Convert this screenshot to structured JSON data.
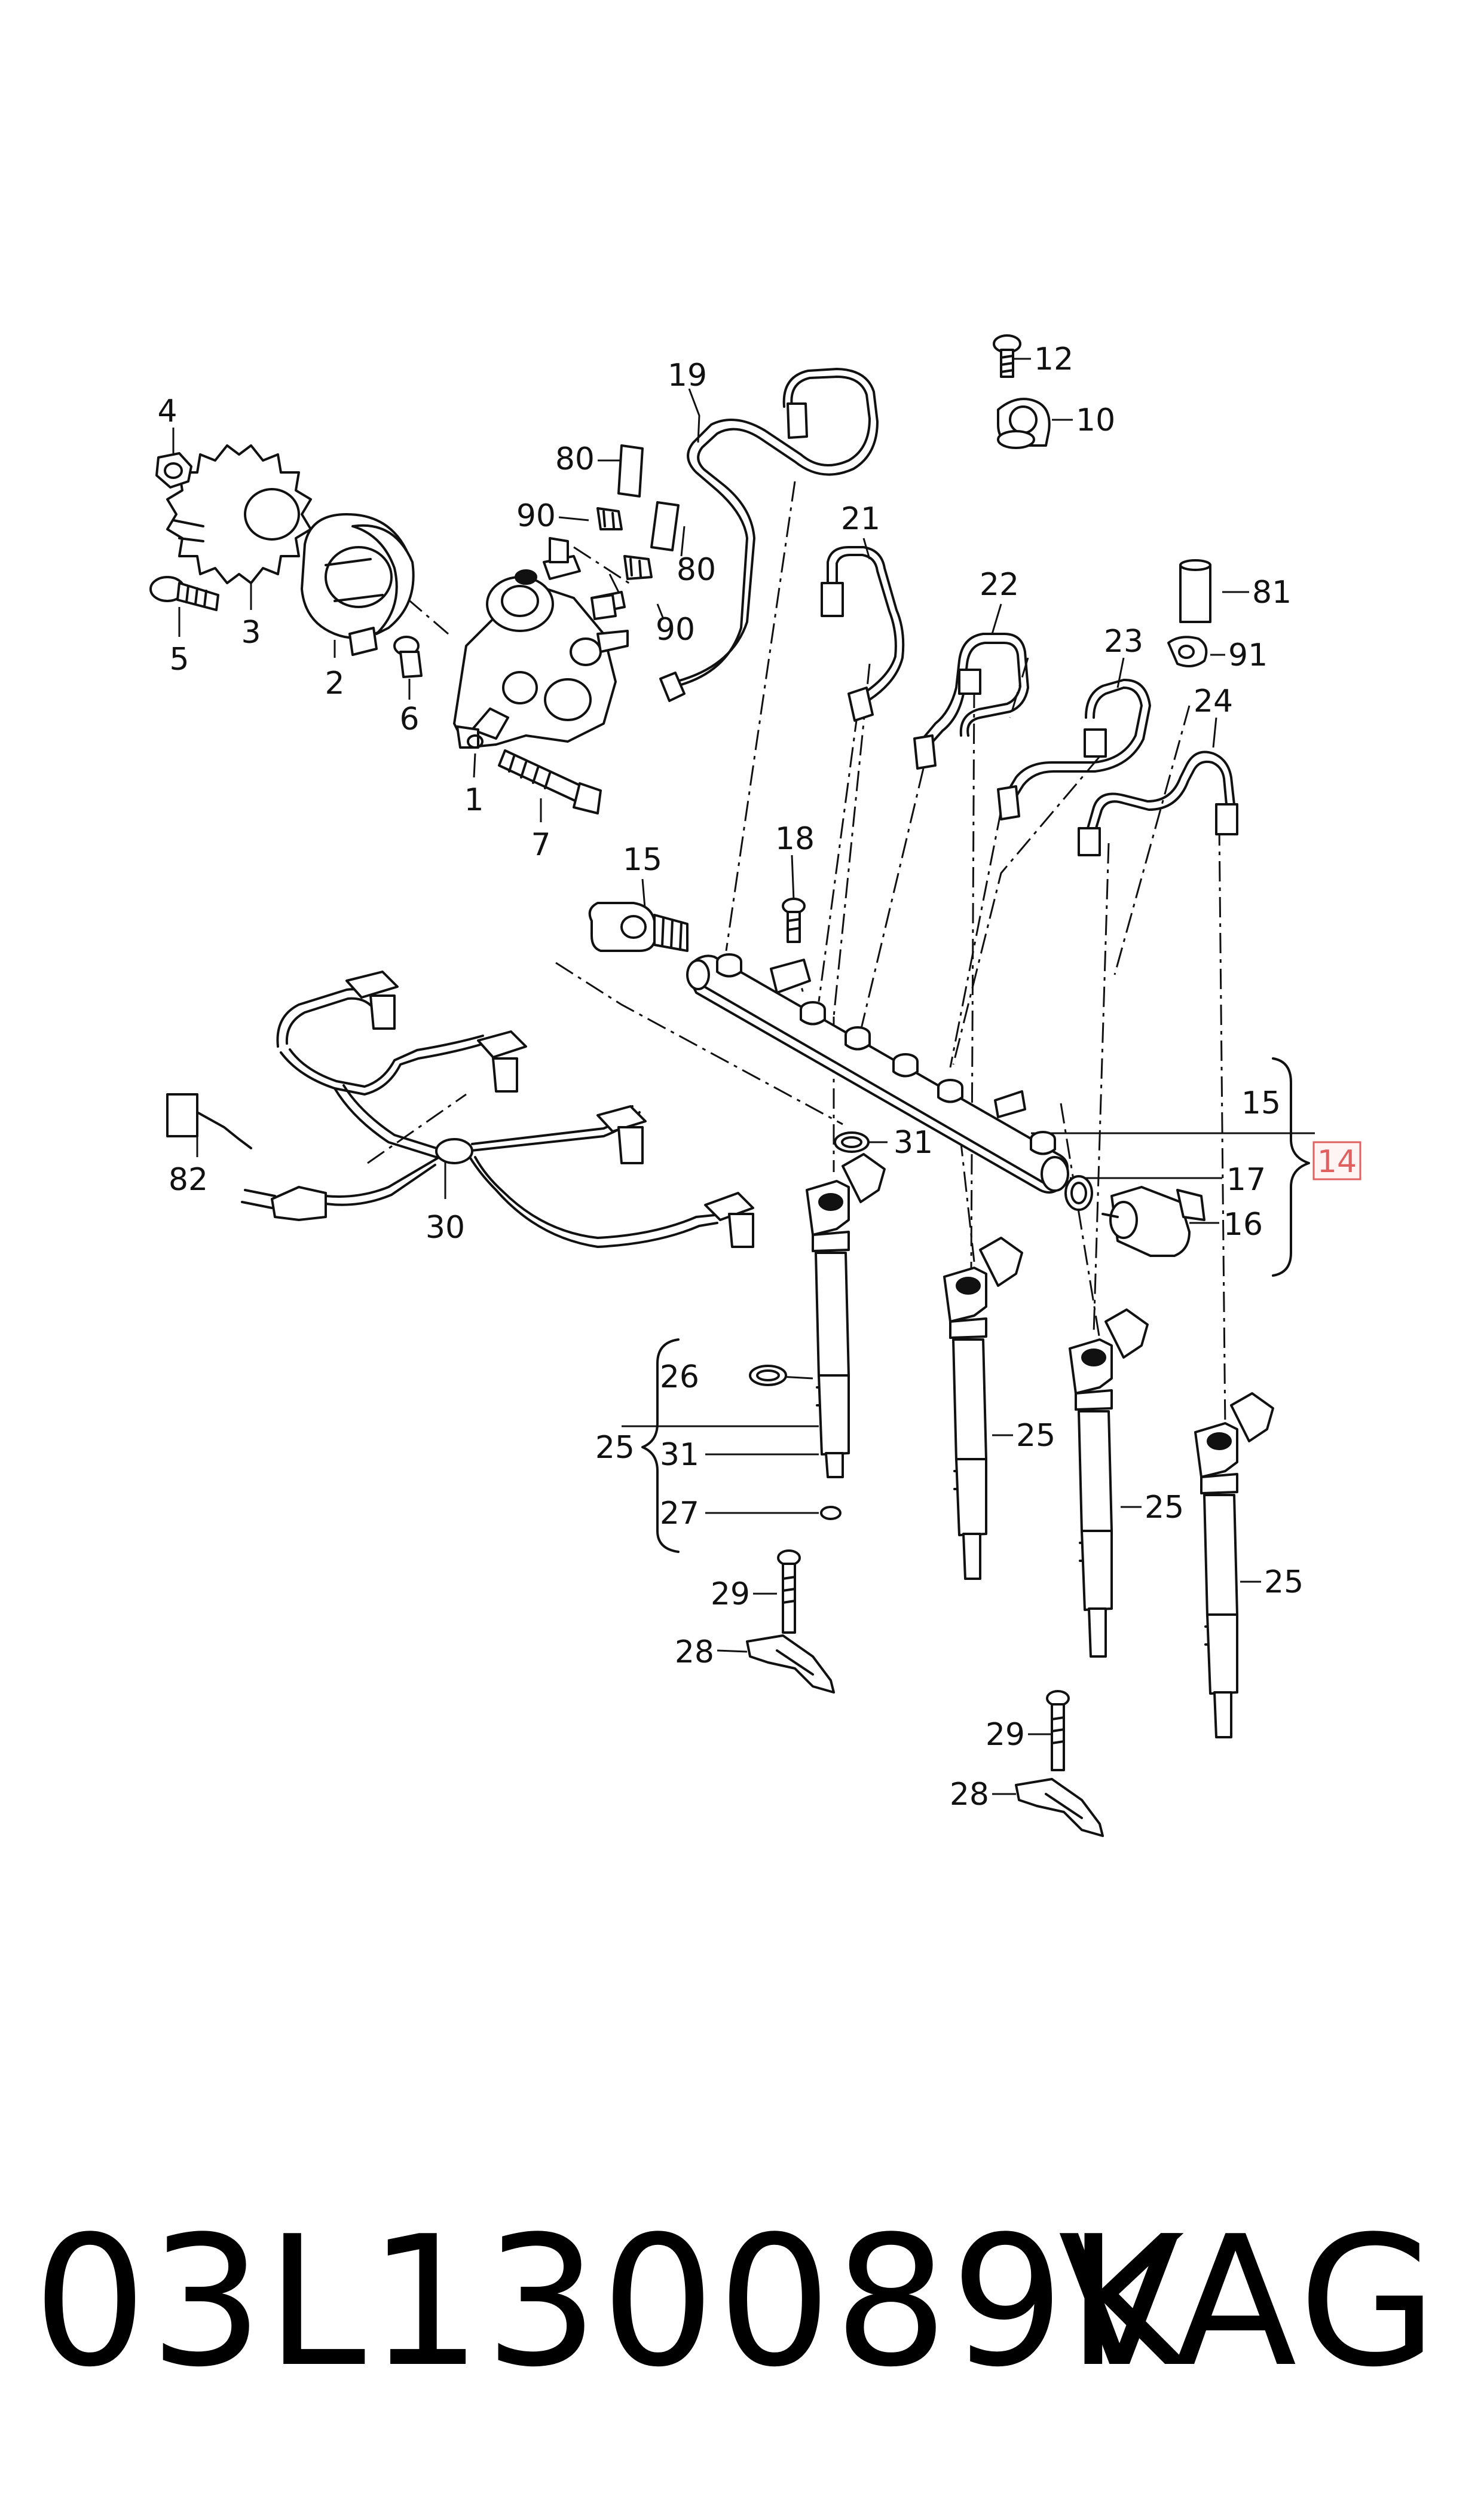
{
  "diagram": {
    "labels": {
      "l1": "1",
      "l2": "2",
      "l3": "3",
      "l4": "4",
      "l5": "5",
      "l6": "6",
      "l7": "7",
      "l10": "10",
      "l12": "12",
      "l14": "14",
      "l15a": "15",
      "l15b": "15",
      "l16": "16",
      "l17": "17",
      "l18": "18",
      "l19": "19",
      "l21": "21",
      "l22": "22",
      "l23": "23",
      "l24": "24",
      "l25a": "25",
      "l25b": "25",
      "l25c": "25",
      "l25d": "25",
      "l26": "26",
      "l27": "27",
      "l28a": "28",
      "l28b": "28",
      "l29a": "29",
      "l29b": "29",
      "l30": "30",
      "l31a": "31",
      "l31b": "31",
      "l80a": "80",
      "l80b": "80",
      "l81": "81",
      "l82": "82",
      "l90a": "90",
      "l90b": "90",
      "l91": "91"
    },
    "highlight_color": "#e06060"
  },
  "caption": {
    "part_number": "03L130089K",
    "brand": "VAG"
  }
}
